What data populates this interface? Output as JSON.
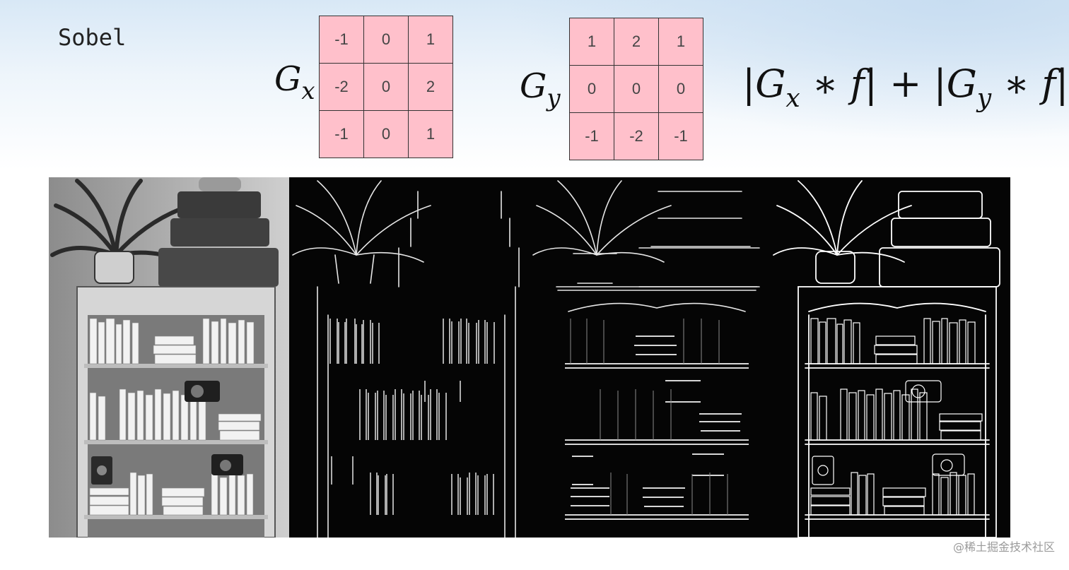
{
  "title": "Sobel",
  "gx": {
    "label": "G",
    "sub": "x",
    "rows": [
      [
        "-1",
        "0",
        "1"
      ],
      [
        "-2",
        "0",
        "2"
      ],
      [
        "-1",
        "0",
        "1"
      ]
    ]
  },
  "gy": {
    "label": "G",
    "sub": "y",
    "rows": [
      [
        "1",
        "2",
        "1"
      ],
      [
        "0",
        "0",
        "0"
      ],
      [
        "-1",
        "-2",
        "-1"
      ]
    ]
  },
  "formula": {
    "bar1": "|",
    "g1": "G",
    "s1": "x",
    "op1": " ∗ ",
    "f1": "f",
    "bar2": "|",
    "plus": " + ",
    "bar3": "|",
    "g2": "G",
    "s2": "y",
    "op2": " ∗ ",
    "f2": "f",
    "bar4": "|"
  },
  "panels": [
    {
      "name": "original-grayscale",
      "icon": "bookshelf-photo"
    },
    {
      "name": "gx-edges",
      "icon": "bookshelf-edges-x"
    },
    {
      "name": "gy-edges",
      "icon": "bookshelf-edges-y"
    },
    {
      "name": "combined-edges",
      "icon": "bookshelf-edges-combined"
    }
  ],
  "watermark": "@稀土掘金技术社区"
}
